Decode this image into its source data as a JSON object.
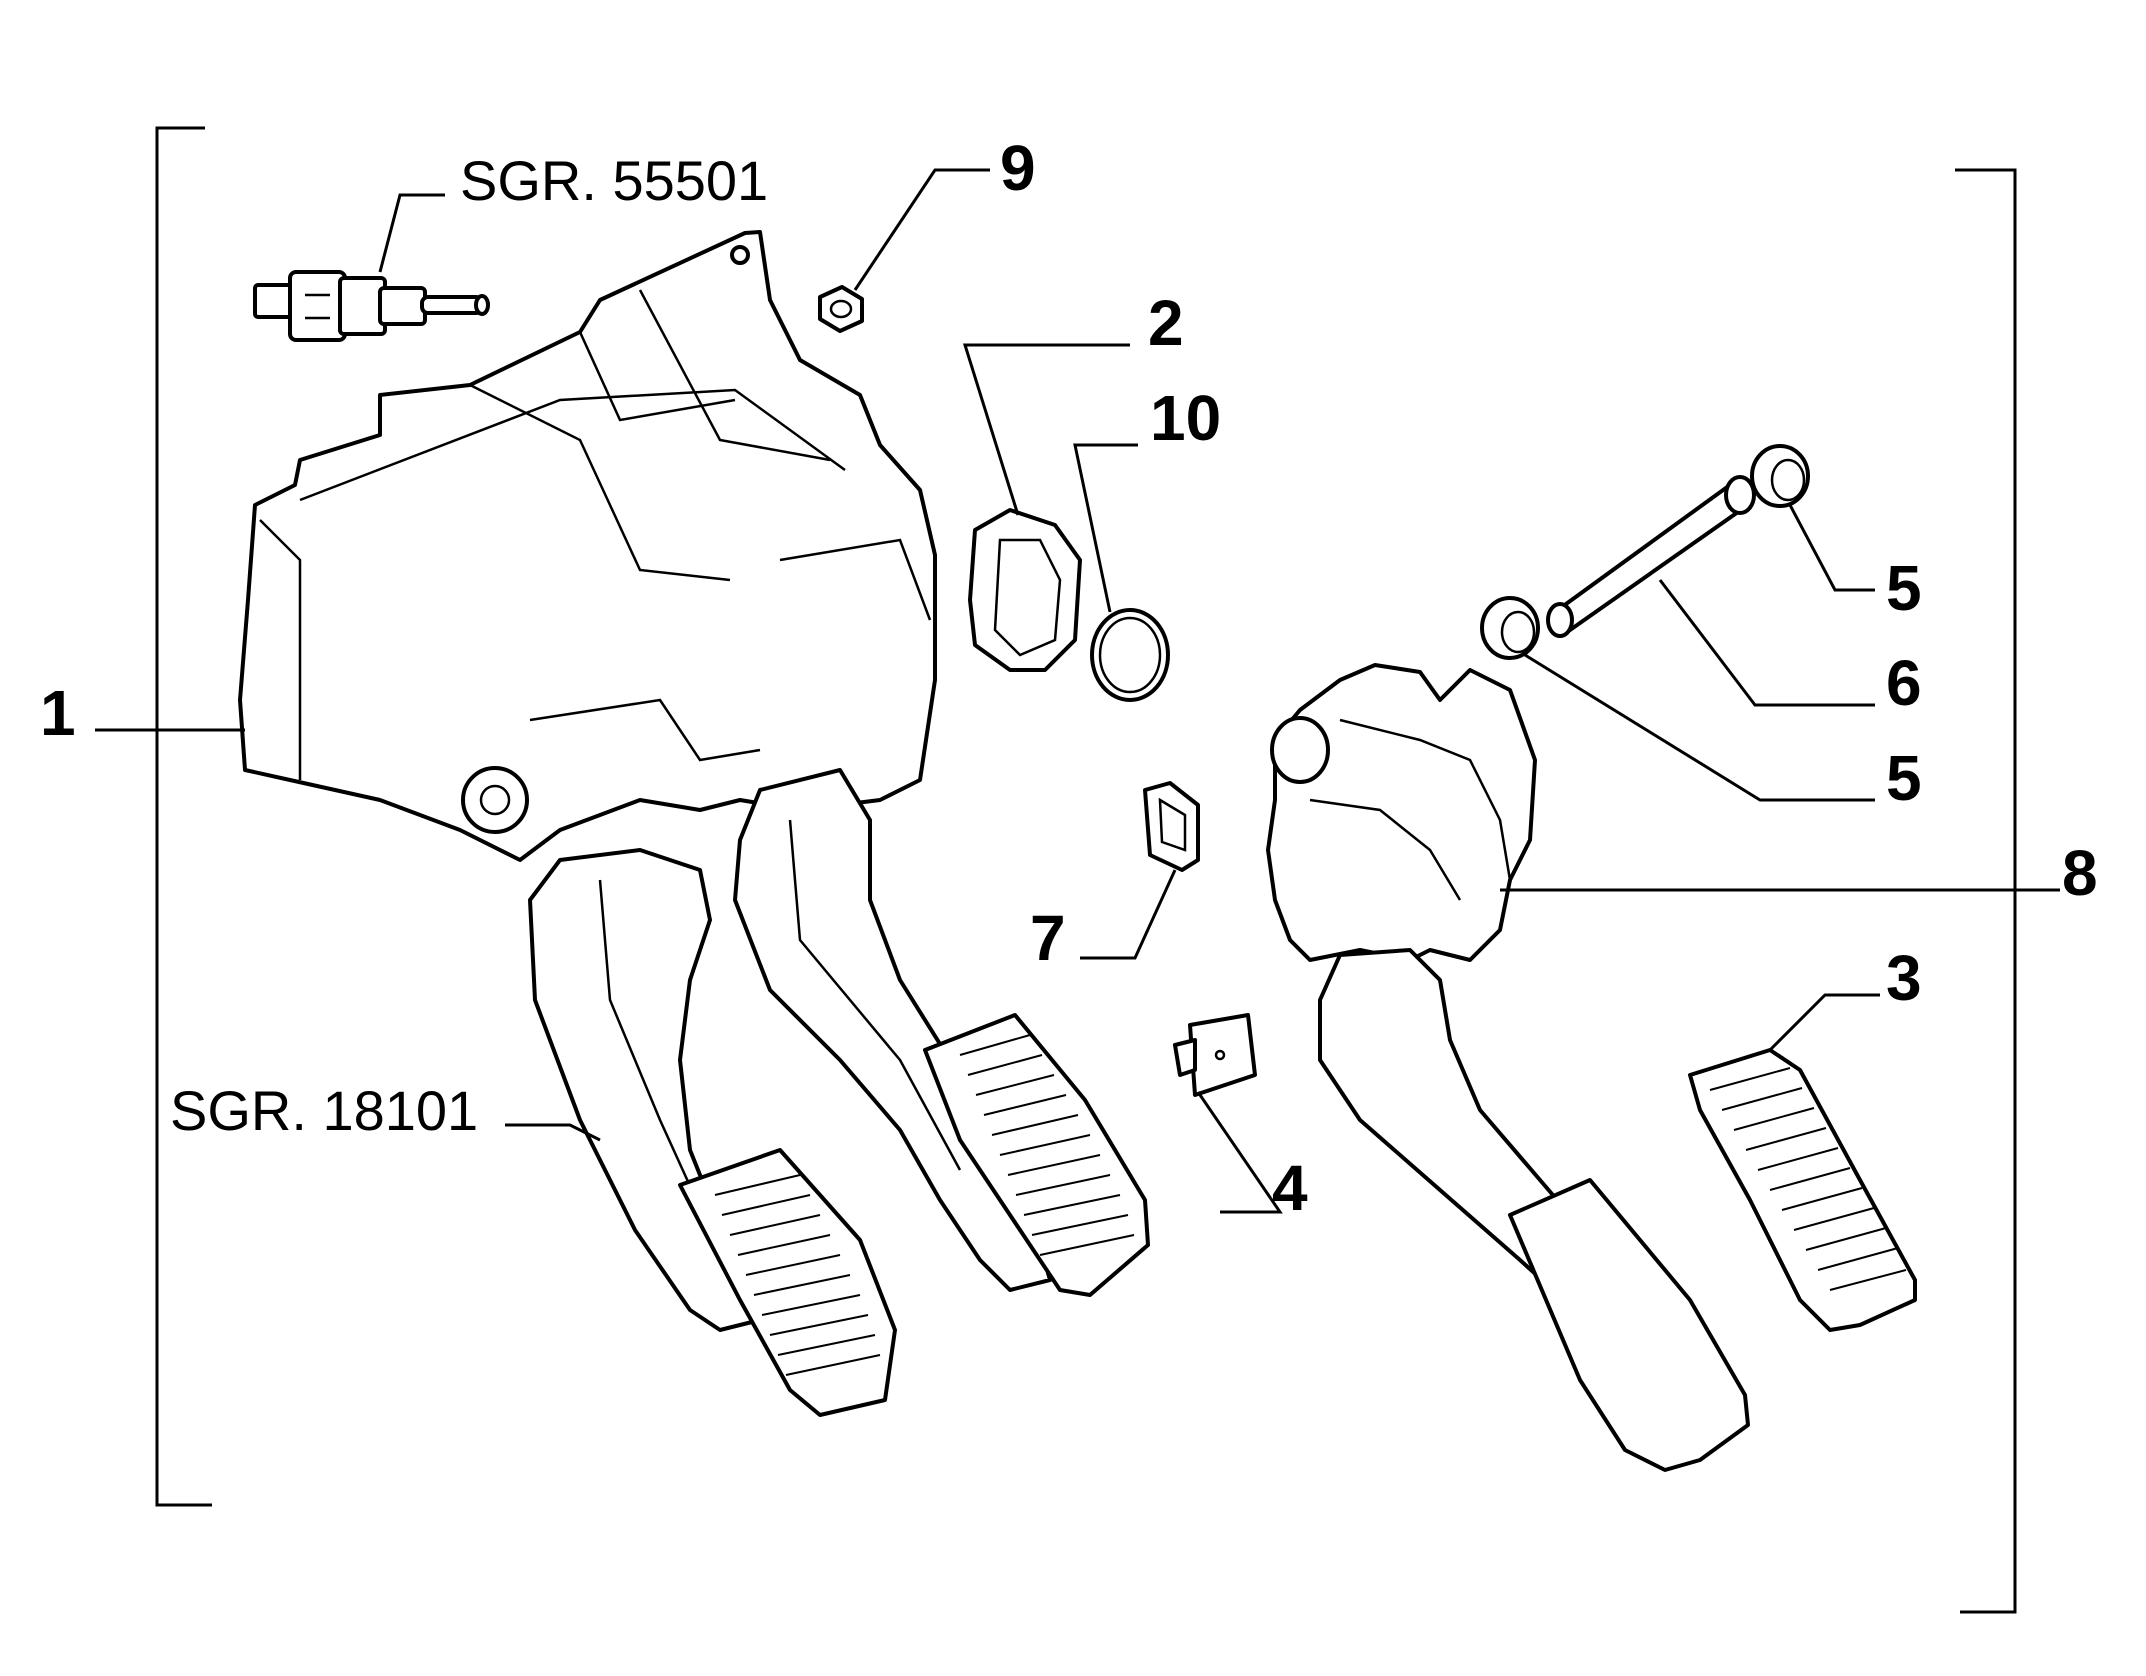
{
  "diagram": {
    "callouts": [
      {
        "id": "1",
        "text": "1"
      },
      {
        "id": "2",
        "text": "2"
      },
      {
        "id": "3",
        "text": "3"
      },
      {
        "id": "4",
        "text": "4"
      },
      {
        "id": "5a",
        "text": "5"
      },
      {
        "id": "5b",
        "text": "5"
      },
      {
        "id": "6",
        "text": "6"
      },
      {
        "id": "7",
        "text": "7"
      },
      {
        "id": "8",
        "text": "8"
      },
      {
        "id": "9",
        "text": "9"
      },
      {
        "id": "10",
        "text": "10"
      }
    ],
    "references": {
      "switch": "SGR. 55501",
      "clutch": "SGR. 18101"
    },
    "line_color": "#000000",
    "background": "#ffffff"
  }
}
